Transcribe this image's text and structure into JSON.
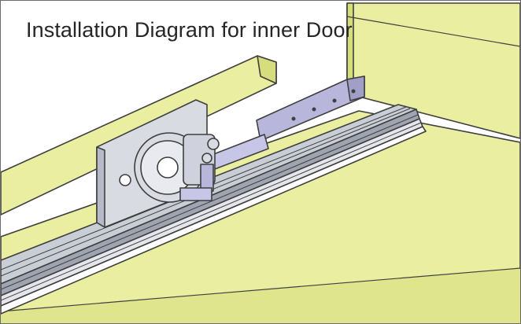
{
  "title": "Installation Diagram for inner Door",
  "colors": {
    "panel_yellow": "#e9eea0",
    "panel_yellow_dark": "#d6dd7c",
    "outline": "#3f3f3f",
    "rail_metal": "#c9cdd6",
    "rail_shadow": "#9fa4b1",
    "carriage_purple": "#b9b6dc",
    "wheel_grey": "#d9dbe2"
  },
  "parts": [
    {
      "name": "left-wall-panel",
      "icon": "panel-shape"
    },
    {
      "name": "right-wall-panel",
      "icon": "panel-shape"
    },
    {
      "name": "top-track-rail",
      "icon": "rail-shape"
    },
    {
      "name": "roller-carriage",
      "icon": "wheel-bracket"
    },
    {
      "name": "damper-bar",
      "icon": "bar-shape"
    }
  ]
}
